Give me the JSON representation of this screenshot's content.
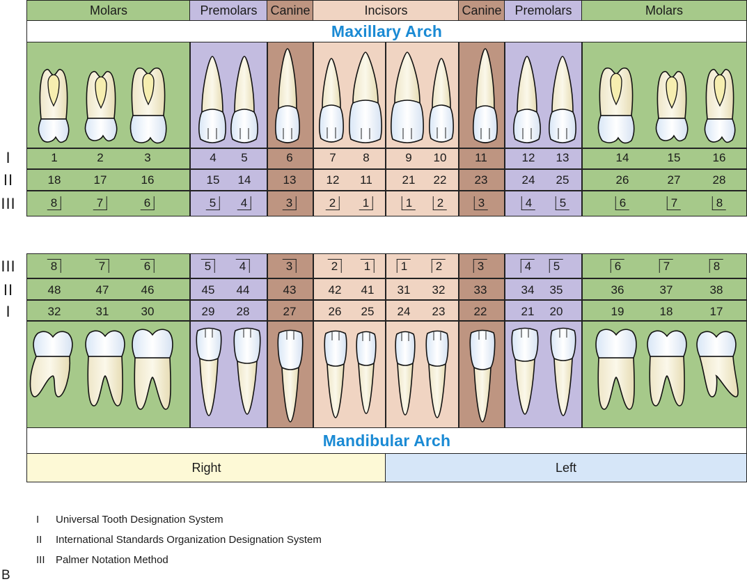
{
  "header_groups": [
    {
      "label": "Molars",
      "type": "molar"
    },
    {
      "label": "Premolars",
      "type": "premolar"
    },
    {
      "label": "Canine",
      "type": "canine"
    },
    {
      "label": "Incisors",
      "type": "incisor"
    },
    {
      "label": "Canine",
      "type": "canine"
    },
    {
      "label": "Premolars",
      "type": "premolar"
    },
    {
      "label": "Molars",
      "type": "molar"
    }
  ],
  "maxillary_title": "Maxillary Arch",
  "mandibular_title": "Mandibular Arch",
  "row_labels": {
    "universal": "I",
    "iso": "II",
    "palmer": "III"
  },
  "colors": {
    "molar": "#a6c98a",
    "premolar": "#c3bce0",
    "canine": "#be9581",
    "incisor": "#f0d4c2",
    "right": "#fdf9d6",
    "left": "#d6e6f8",
    "title": "#1a8ad4"
  },
  "upper": {
    "universal": [
      "1",
      "2",
      "3",
      "4",
      "5",
      "6",
      "7",
      "8",
      "9",
      "10",
      "11",
      "12",
      "13",
      "14",
      "15",
      "16"
    ],
    "iso": [
      "18",
      "17",
      "16",
      "15",
      "14",
      "13",
      "12",
      "11",
      "21",
      "22",
      "23",
      "24",
      "25",
      "26",
      "27",
      "28"
    ],
    "palmer": [
      "8",
      "7",
      "6",
      "5",
      "4",
      "3",
      "2",
      "1",
      "1",
      "2",
      "3",
      "4",
      "5",
      "6",
      "7",
      "8"
    ]
  },
  "lower": {
    "palmer": [
      "8",
      "7",
      "6",
      "5",
      "4",
      "3",
      "2",
      "1",
      "1",
      "2",
      "3",
      "4",
      "5",
      "6",
      "7",
      "8"
    ],
    "iso": [
      "48",
      "47",
      "46",
      "45",
      "44",
      "43",
      "42",
      "41",
      "31",
      "32",
      "33",
      "34",
      "35",
      "36",
      "37",
      "38"
    ],
    "universal": [
      "32",
      "31",
      "30",
      "29",
      "28",
      "27",
      "26",
      "25",
      "24",
      "23",
      "22",
      "21",
      "20",
      "19",
      "18",
      "17"
    ]
  },
  "sides": {
    "right": "Right",
    "left": "Left"
  },
  "legend": [
    {
      "key": "I",
      "text": "Universal Tooth Designation System"
    },
    {
      "key": "II",
      "text": "International Standards Organization Designation System"
    },
    {
      "key": "III",
      "text": "Palmer Notation Method"
    }
  ],
  "figure_label": "B"
}
